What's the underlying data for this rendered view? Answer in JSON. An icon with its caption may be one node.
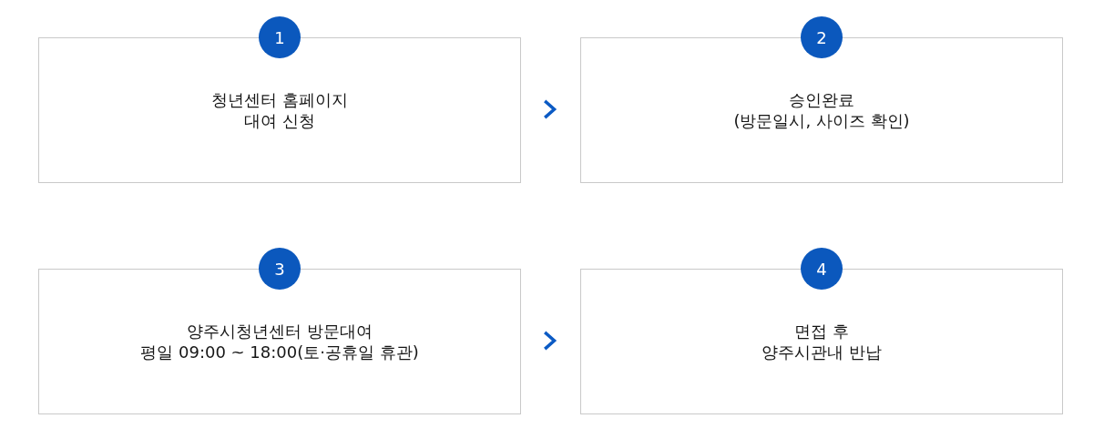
{
  "diagram": {
    "nodes": [
      {
        "text": [
          "1",
          "청년센터 홈페이지 대여 신청"
        ]
      },
      {
        "text": [
          "2",
          "승인완료",
          "(방문일시, 사이즈 확인)"
        ]
      },
      {
        "text": [
          "3",
          "양주시청년센터 방문대여",
          "평일 09:00 ~ 18:00(토·공휴일 휴관)"
        ]
      },
      {
        "text": [
          "4",
          "면접 후 양주시관내 반납"
        ]
      }
    ],
    "edges": [
      {
        "from": 0,
        "to": 1,
        "arrow": "to"
      },
      {
        "from": 2,
        "to": 3,
        "arrow": "to"
      }
    ]
  }
}
